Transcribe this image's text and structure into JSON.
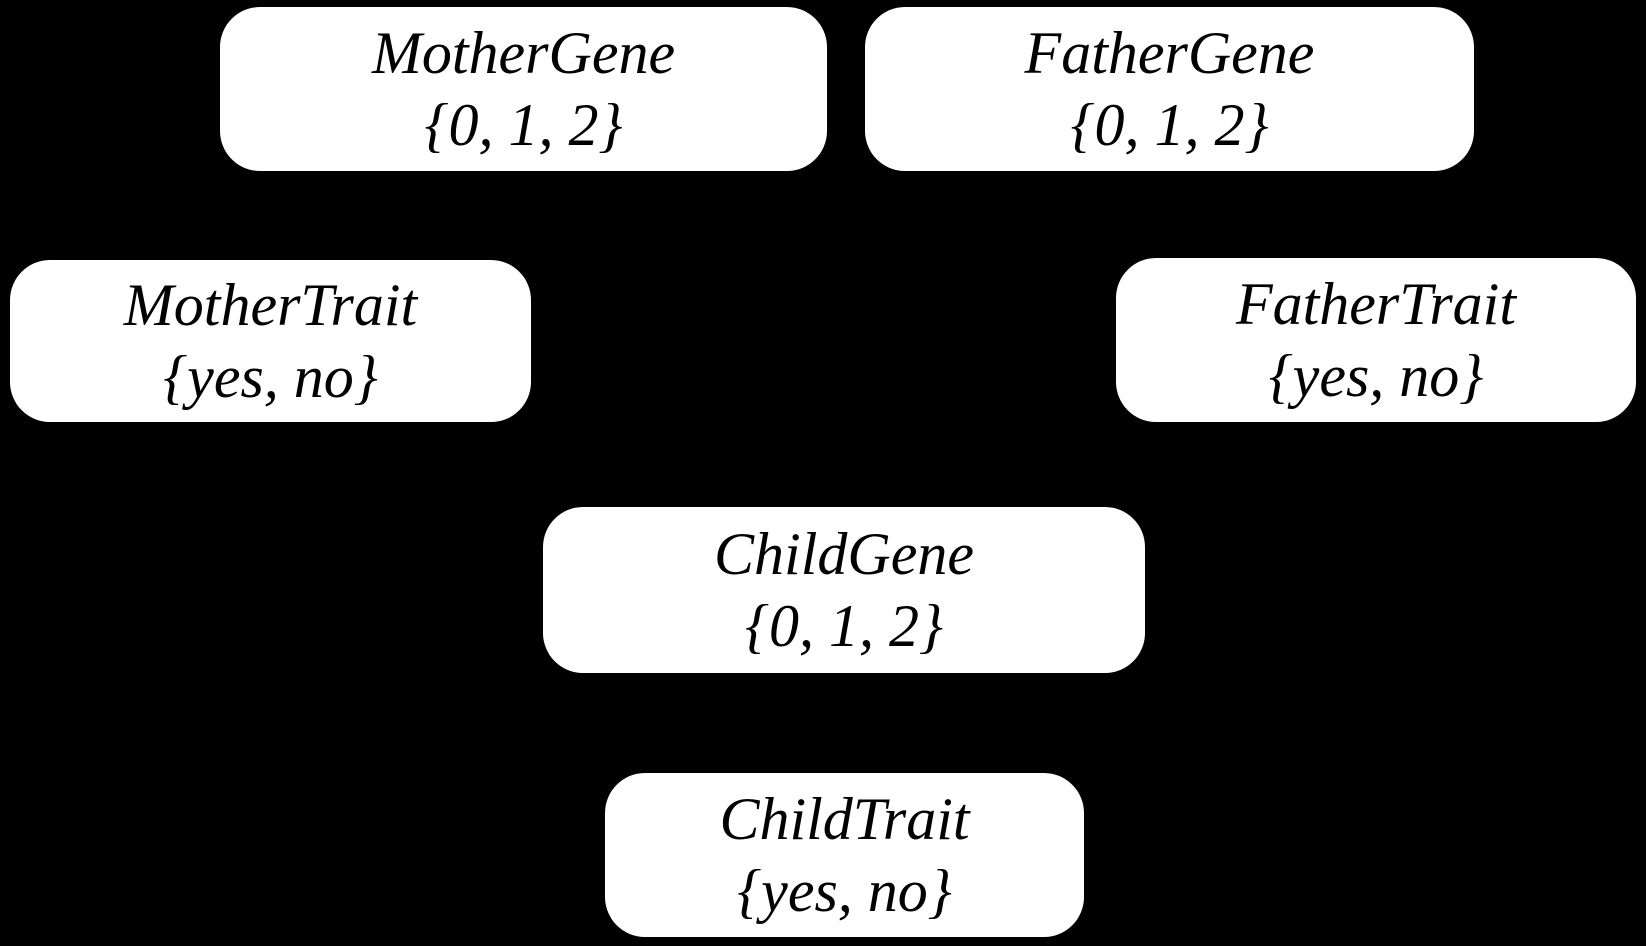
{
  "colors": {
    "background": "#000000",
    "node_fill": "#ffffff",
    "node_text": "#000000"
  },
  "diagram": {
    "nodes": [
      {
        "id": "mother-gene",
        "label": "MotherGene",
        "domain": "{0, 1, 2}"
      },
      {
        "id": "father-gene",
        "label": "FatherGene",
        "domain": "{0, 1, 2}"
      },
      {
        "id": "mother-trait",
        "label": "MotherTrait",
        "domain": "{yes, no}"
      },
      {
        "id": "father-trait",
        "label": "FatherTrait",
        "domain": "{yes, no}"
      },
      {
        "id": "child-gene",
        "label": "ChildGene",
        "domain": "{0, 1, 2}"
      },
      {
        "id": "child-trait",
        "label": "ChildTrait",
        "domain": "{yes, no}"
      }
    ]
  }
}
